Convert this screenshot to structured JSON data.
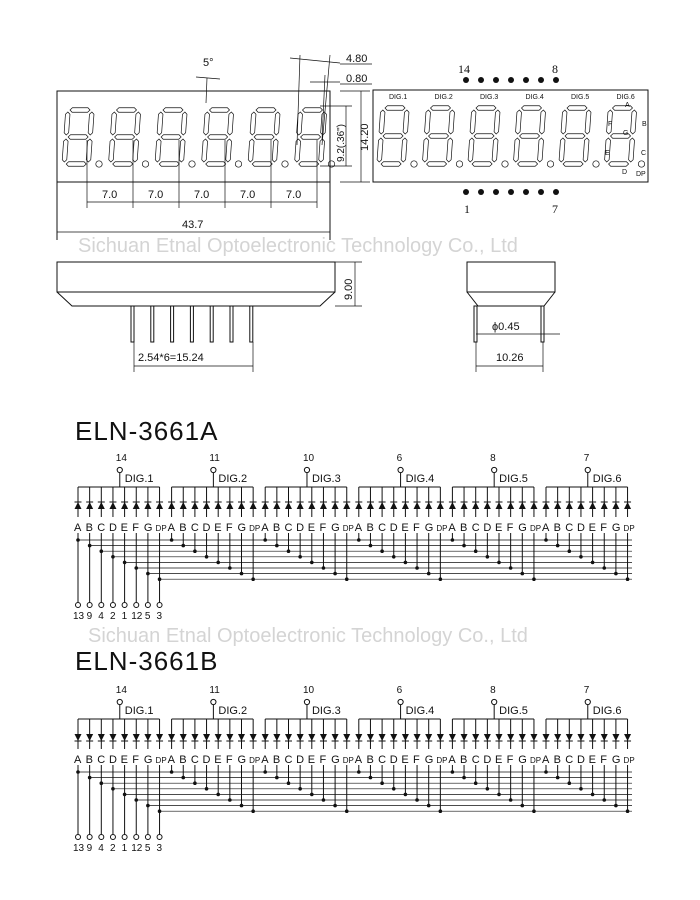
{
  "front_view": {
    "angle": "5°",
    "dim_top_1": "4.80",
    "dim_top_2": "0.80",
    "digit_height": "9.2(.36\")",
    "body_height": "14.20",
    "pitch": [
      "7.0",
      "7.0",
      "7.0",
      "7.0",
      "7.0"
    ],
    "total_width": "43.7"
  },
  "pin_view": {
    "top_left_pin": "14",
    "top_right_pin": "8",
    "bottom_left_pin": "1",
    "bottom_right_pin": "7",
    "digits": [
      "DIG.1",
      "DIG.2",
      "DIG.3",
      "DIG.4",
      "DIG.5",
      "DIG.6"
    ],
    "segment_labels": {
      "a": "A",
      "b": "B",
      "c": "C",
      "d": "D",
      "e": "E",
      "f": "F",
      "g": "G",
      "dp": "DP"
    }
  },
  "side_view": {
    "height": "9.00",
    "pin_spacing": "2.54*6=15.24",
    "pin_diameter": "ϕ0.45",
    "depth": "10.26"
  },
  "watermark": "Sichuan Etnal Optoelectronic Technology Co., Ltd",
  "circuits": [
    {
      "title": "ELN-3661A",
      "digit_pins": [
        "14",
        "11",
        "10",
        "6",
        "8",
        "7"
      ],
      "digits": [
        "DIG.1",
        "DIG.2",
        "DIG.3",
        "DIG.4",
        "DIG.5",
        "DIG.6"
      ],
      "segments": [
        "A",
        "B",
        "C",
        "D",
        "E",
        "F",
        "G",
        "DP"
      ],
      "segment_pins": [
        "13",
        "9",
        "4",
        "2",
        "1",
        "12",
        "5",
        "3"
      ]
    },
    {
      "title": "ELN-3661B",
      "digit_pins": [
        "14",
        "11",
        "10",
        "6",
        "8",
        "7"
      ],
      "digits": [
        "DIG.1",
        "DIG.2",
        "DIG.3",
        "DIG.4",
        "DIG.5",
        "DIG.6"
      ],
      "segments": [
        "A",
        "B",
        "C",
        "D",
        "E",
        "F",
        "G",
        "DP"
      ],
      "segment_pins": [
        "13",
        "9",
        "4",
        "2",
        "1",
        "12",
        "5",
        "3"
      ]
    }
  ]
}
